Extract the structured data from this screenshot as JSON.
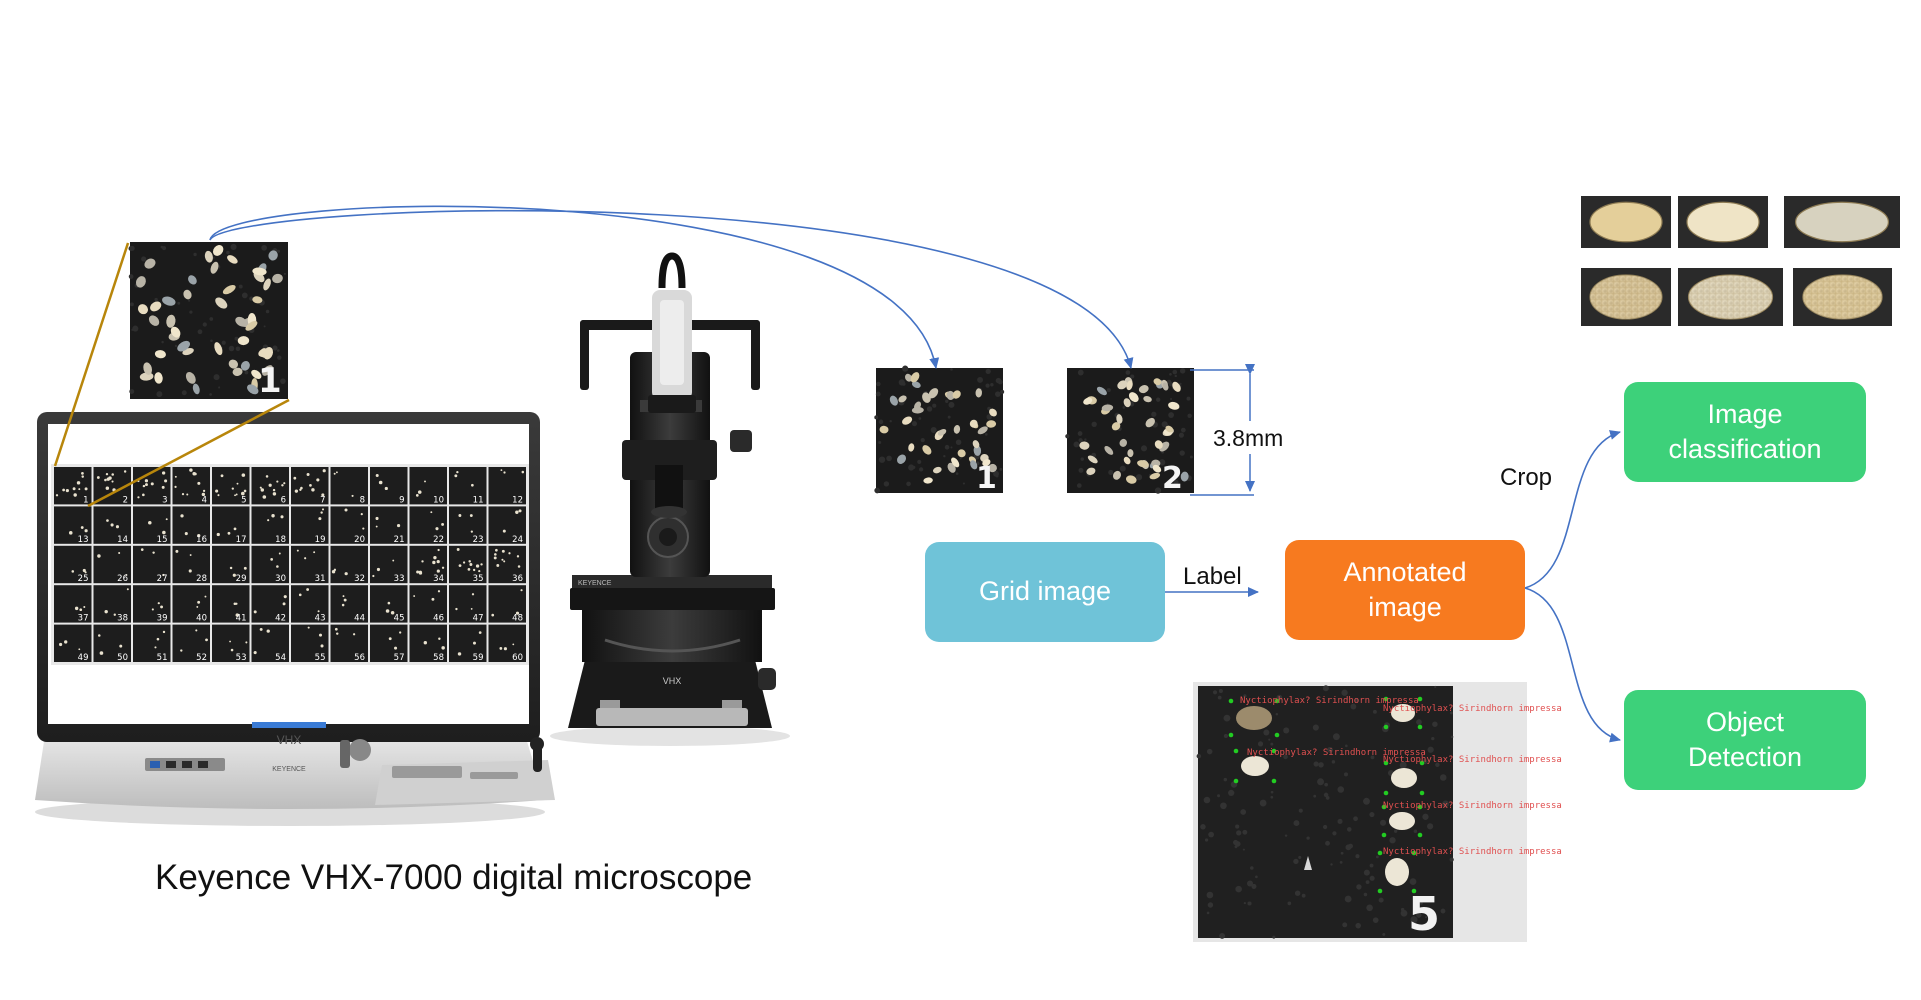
{
  "title": "Keyence VHX-7000 digital microscope",
  "scale_label": "3.8mm",
  "edge_labels": {
    "label": "Label",
    "crop": "Crop"
  },
  "nodes": {
    "grid": {
      "text": "Grid image"
    },
    "annotated": {
      "line1": "Annotated",
      "line2": "image"
    },
    "classification": {
      "line1": "Image",
      "line2": "classification"
    },
    "detection": {
      "line1": "Object",
      "line2": "Detection"
    }
  },
  "grid_numbers": [
    "1",
    "2",
    "3",
    "4",
    "5",
    "6",
    "7",
    "8",
    "9",
    "10",
    "11",
    "12",
    "13",
    "14",
    "15",
    "16",
    "17",
    "18",
    "19",
    "20",
    "21",
    "22",
    "23",
    "24",
    "25",
    "26",
    "27",
    "28",
    "29",
    "30",
    "31",
    "32",
    "33",
    "34",
    "35",
    "36",
    "37",
    "38",
    "39",
    "40",
    "41",
    "42",
    "43",
    "44",
    "45",
    "46",
    "47",
    "48",
    "49",
    "50",
    "51",
    "52",
    "53",
    "54",
    "55",
    "56",
    "57",
    "58",
    "59",
    "60"
  ],
  "tile_numbers": {
    "zoom": "1",
    "tile_a": "1",
    "tile_b": "2",
    "annot": "5"
  },
  "annotation_tag": "Nyctiophylax? Sirindhorn impressa",
  "device_logo": "VHX",
  "device_brand": "KEYENCE",
  "colors": {
    "grid_box": "#6FC3D8",
    "annotated_box": "#F77A1F",
    "output_box": "#3DD17A",
    "arrow": "#4472C4",
    "zoom_lines": "#B8860B",
    "annot_text": "#E05050",
    "annot_point": "#22CC22"
  }
}
